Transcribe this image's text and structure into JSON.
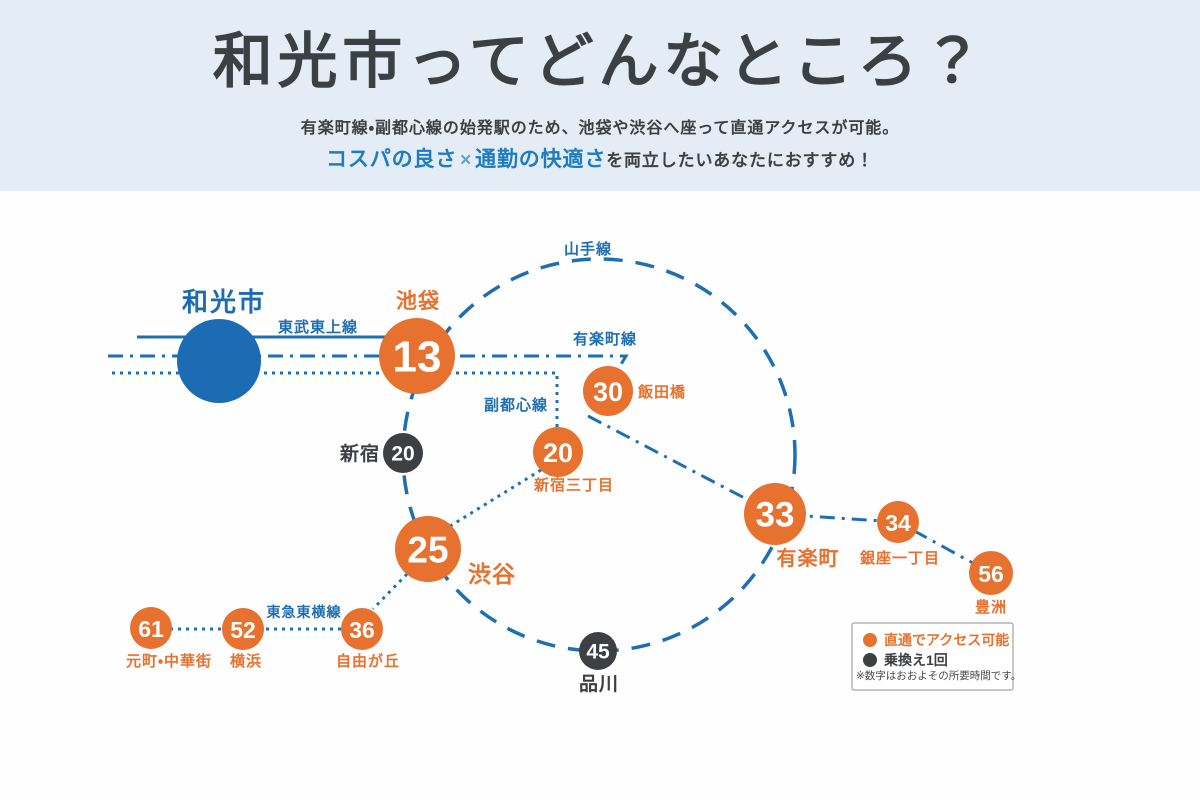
{
  "header": {
    "title": "和光市ってどんなところ？",
    "subtitle_line1": "有楽町線・副都心線の始発駅のため、池袋や渋谷へ座って直通アクセスが可能。",
    "subtitle_highlight1": "コスパの良さ",
    "subtitle_cross": "×",
    "subtitle_highlight2": "通勤の快適さ",
    "subtitle_rest": "を両立したいあなたにおすすめ！"
  },
  "map": {
    "origin": {
      "name": "和光市"
    },
    "lines": {
      "tobu_tojo": "東武東上線",
      "yamanote": "山手線",
      "yurakucho": "有楽町線",
      "fukutoshin": "副都心線",
      "tokyu_toyoko": "東急東横線"
    },
    "stations": {
      "ikebukuro": {
        "name": "池袋",
        "time": "13",
        "access": "direct"
      },
      "shinjuku": {
        "name": "新宿",
        "time": "20",
        "access": "transfer"
      },
      "shinjuku_sanchome": {
        "name": "新宿三丁目",
        "time": "20",
        "access": "direct"
      },
      "iidabashi": {
        "name": "飯田橋",
        "time": "30",
        "access": "direct"
      },
      "shibuya": {
        "name": "渋谷",
        "time": "25",
        "access": "direct"
      },
      "yurakucho": {
        "name": "有楽町",
        "time": "33",
        "access": "direct"
      },
      "ginza_itchome": {
        "name": "銀座一丁目",
        "time": "34",
        "access": "direct"
      },
      "toyosu": {
        "name": "豊洲",
        "time": "56",
        "access": "direct"
      },
      "jiyugaoka": {
        "name": "自由が丘",
        "time": "36",
        "access": "direct"
      },
      "yokohama": {
        "name": "横浜",
        "time": "52",
        "access": "direct"
      },
      "motomachi_chukagai": {
        "name": "元町・中華街",
        "time": "61",
        "access": "direct"
      },
      "shinagawa": {
        "name": "品川",
        "time": "45",
        "access": "transfer"
      }
    },
    "legend": {
      "direct_label": "直通でアクセス可能",
      "transfer_label": "乗換え1回",
      "note": "※数字はおおよその所要時間です。"
    },
    "colors": {
      "direct": "#e7712e",
      "transfer": "#3d3f42",
      "line-blue": "#1e6fb2",
      "origin-blue": "#1c6cb3",
      "accent-blue": "#1e7cc2",
      "header-bg": "#e4edf5"
    }
  }
}
